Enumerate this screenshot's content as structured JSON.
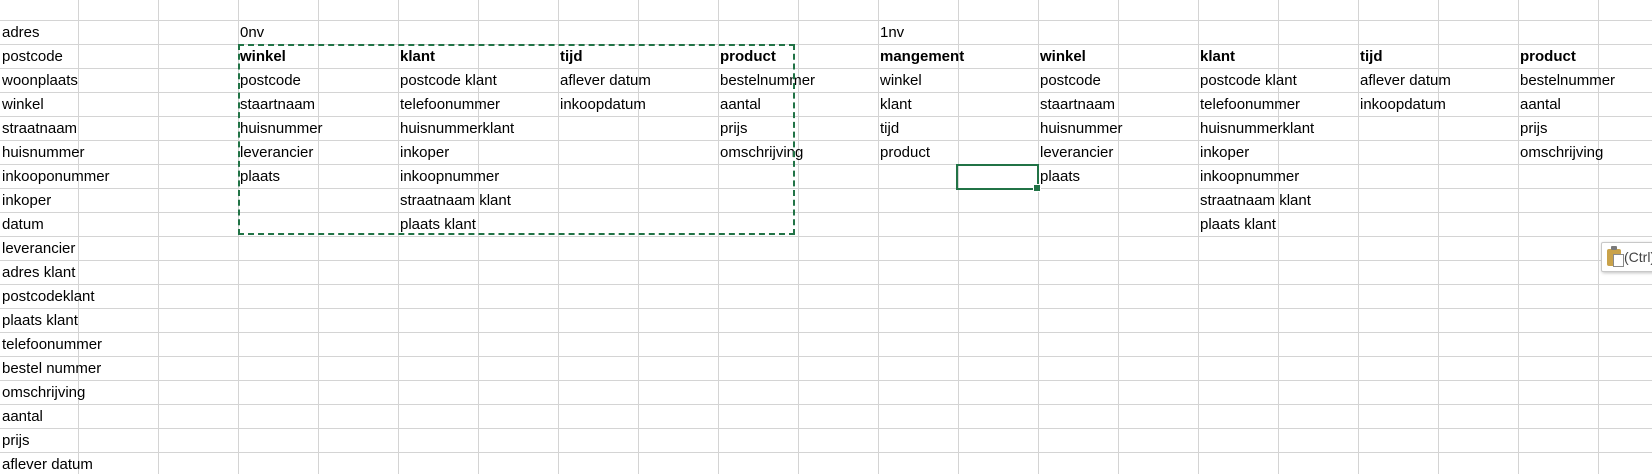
{
  "colors": {
    "gridline": "#d4d4d4",
    "selection_accent": "#217346"
  },
  "sheet": {
    "col_a": [
      "adres",
      "postcode",
      "woonplaats",
      "winkel",
      "straatnaam",
      "huisnummer",
      "inkooponummer",
      "inkoper",
      "datum",
      "leverancier",
      "adres klant",
      "postcodeklant",
      "plaats klant",
      "telefoonummer",
      "bestel nummer",
      "omschrijving",
      "aantal",
      "prijs",
      "aflever datum"
    ],
    "label_0nv": "0nv",
    "label_1nv": "1nv",
    "table_0nv": {
      "headers": [
        "winkel",
        "klant",
        "tijd",
        "product"
      ],
      "winkel": [
        "postcode",
        "staartnaam",
        "huisnummer",
        "leverancier",
        "plaats"
      ],
      "klant": [
        "postcode klant",
        "telefoonummer",
        "huisnummerklant",
        "inkoper",
        "inkoopnummer",
        "straatnaam klant",
        "plaats klant"
      ],
      "tijd": [
        "aflever datum",
        "inkoopdatum"
      ],
      "product": [
        "bestelnummer",
        "aantal",
        "prijs",
        "omschrijving"
      ]
    },
    "management": {
      "header": "mangement",
      "items": [
        "winkel",
        "klant",
        "tijd",
        "product"
      ]
    },
    "table_1nv": {
      "headers": [
        "winkel",
        "klant",
        "tijd",
        "product"
      ],
      "winkel": [
        "postcode",
        "staartnaam",
        "huisnummer",
        "leverancier",
        "plaats"
      ],
      "klant": [
        "postcode klant",
        "telefoonummer",
        "huisnummerklant",
        "inkoper",
        "inkoopnummer",
        "straatnaam klant",
        "plaats klant"
      ],
      "tijd": [
        "aflever datum",
        "inkoopdatum"
      ],
      "product": [
        "bestelnummer",
        "aantal",
        "prijs",
        "omschrijving"
      ]
    }
  },
  "paste_options": {
    "label": "(Ctrl)",
    "icon": "clipboard-icon"
  }
}
